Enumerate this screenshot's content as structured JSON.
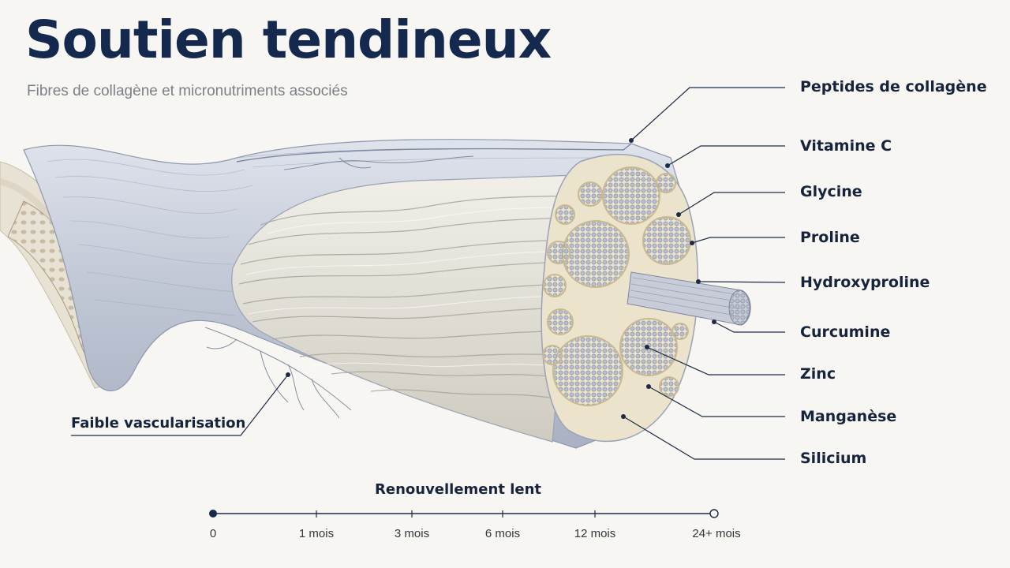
{
  "title": "Soutien tendineux",
  "subtitle": "Fibres de collagène et micronutriments associés",
  "labels": [
    "Peptides de collagène",
    "Vitamine C",
    "Glycine",
    "Proline",
    "Hydroxyproline",
    "Curcumine",
    "Zinc",
    "Manganèse",
    "Silicium"
  ],
  "left_label": "Faible vascularisation",
  "timeline": {
    "title": "Renouvellement lent",
    "ticks": [
      "0",
      "1 mois",
      "3 mois",
      "6 mois",
      "12 mois",
      "24+ mois"
    ]
  },
  "colors": {
    "navy": "#14294d",
    "tendon": "#c6ccd8",
    "sheath": "#9aa3b8",
    "bone": "#e6dfcf"
  }
}
